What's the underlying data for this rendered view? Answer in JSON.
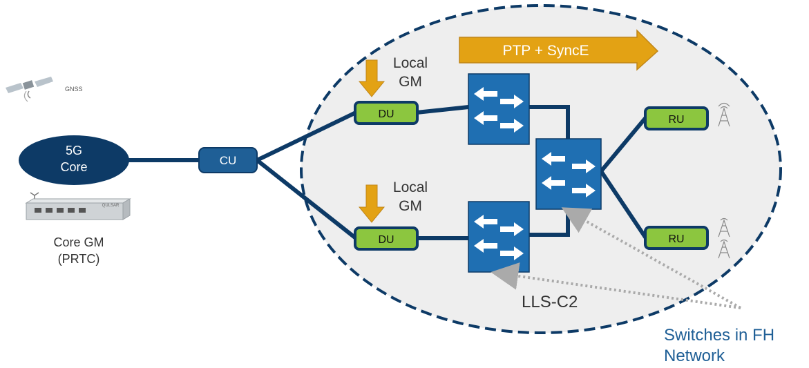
{
  "gnss": {
    "label": "GNSS"
  },
  "core": {
    "line1": "5G",
    "line2": "Core"
  },
  "core_gm": {
    "line1": "Core GM",
    "line2": "(PRTC)",
    "device_text": "QULSAR"
  },
  "cu": {
    "label": "CU"
  },
  "du_top": {
    "label": "DU"
  },
  "du_bottom": {
    "label": "DU"
  },
  "local_gm_top": {
    "line1": "Local",
    "line2": "GM"
  },
  "local_gm_bottom": {
    "line1": "Local",
    "line2": "GM"
  },
  "ru_top": {
    "label": "RU"
  },
  "ru_bottom": {
    "label": "RU"
  },
  "sync_arrow": {
    "label": "PTP + SyncE"
  },
  "lls_label": "LLS-C2",
  "switches_callout": {
    "line1": "Switches in FH",
    "line2": "Network"
  },
  "colors": {
    "navy": "#0d3a66",
    "switch_blue": "#1f6fb2",
    "green": "#8cc63f",
    "orange": "#e3a214",
    "region_fill": "#eeeeee",
    "dotted_gray": "#aaaaaa"
  }
}
